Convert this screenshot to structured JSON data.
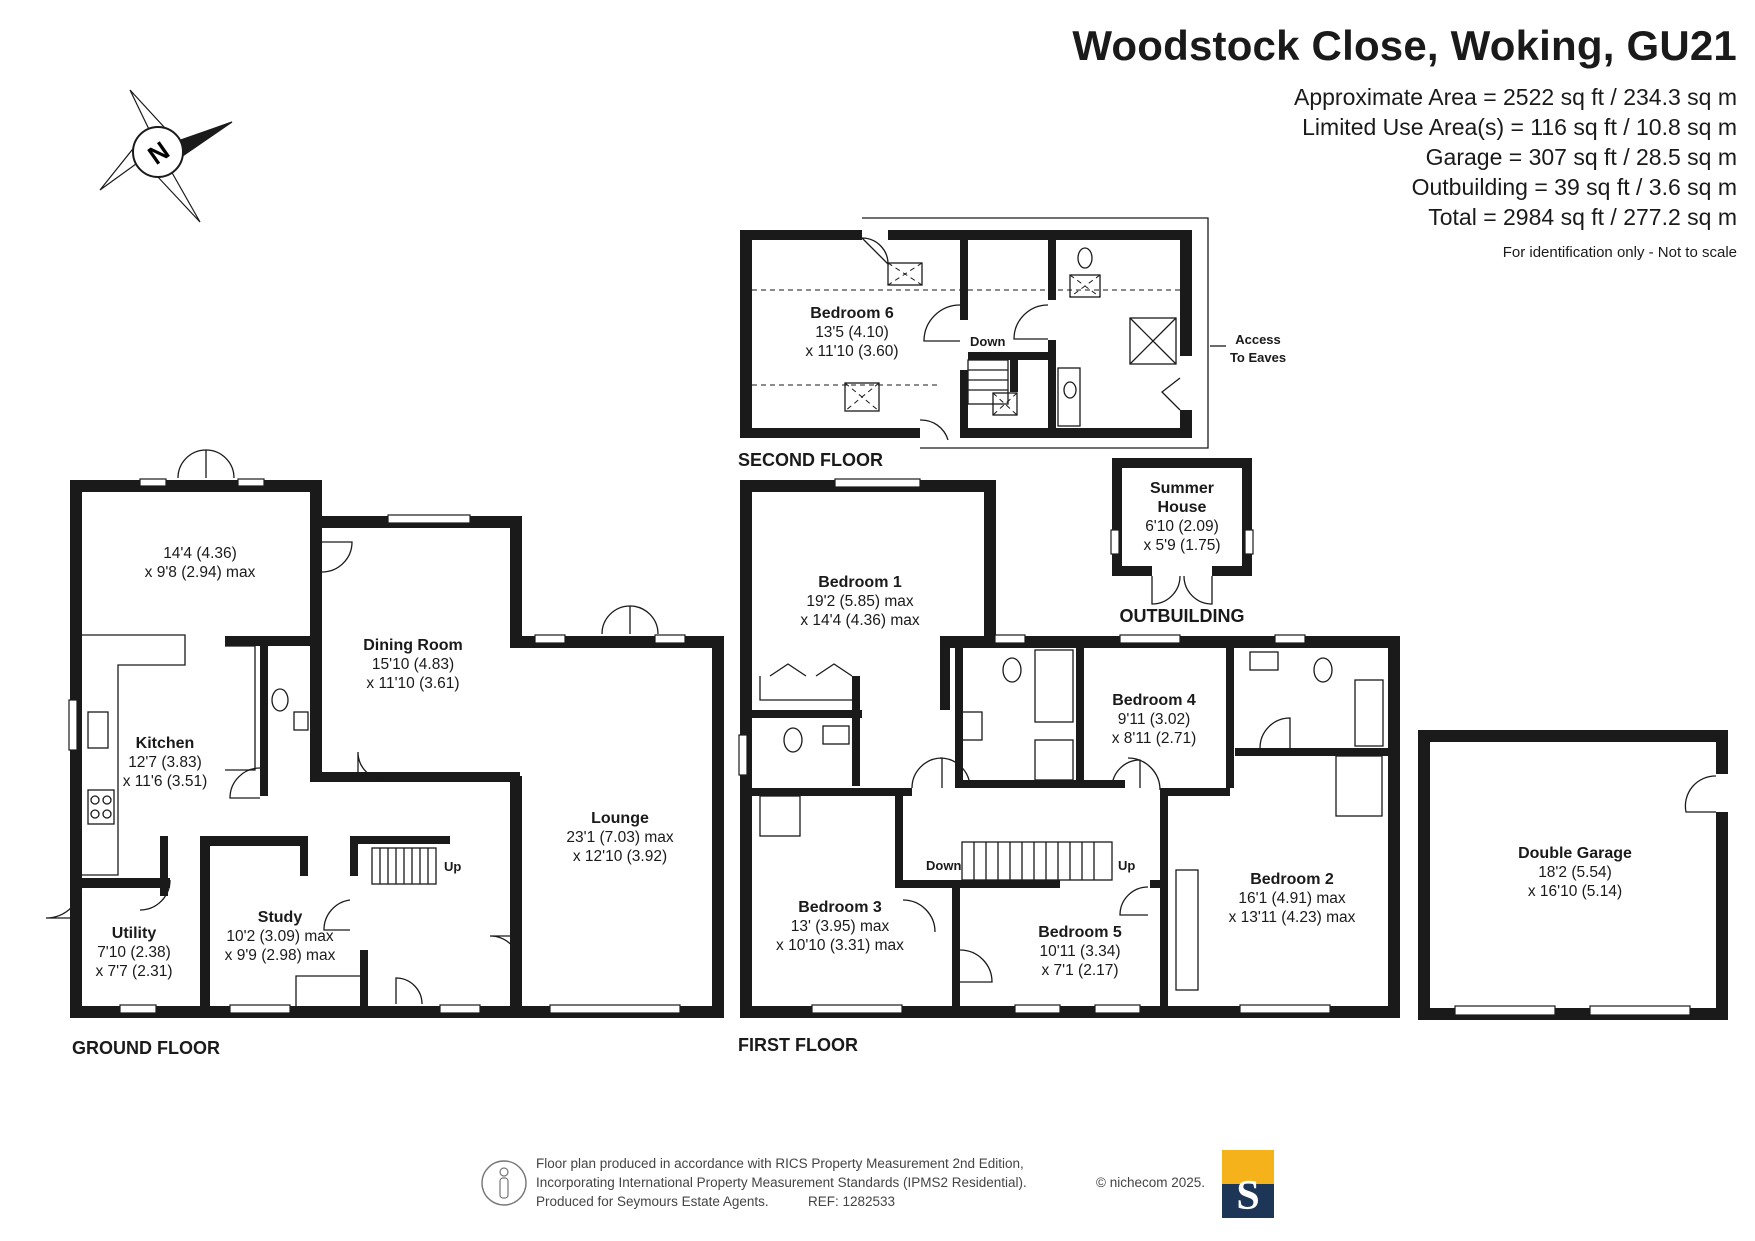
{
  "header": {
    "title": "Woodstock Close, Woking, GU21",
    "approx_area": "Approximate Area = 2522 sq ft / 234.3 sq m",
    "limited_use": "Limited Use Area(s) = 116 sq ft / 10.8 sq m",
    "garage": "Garage = 307 sq ft / 28.5 sq m",
    "outbuilding": "Outbuilding = 39 sq ft / 3.6 sq m",
    "total": "Total = 2984 sq ft / 277.2 sq m",
    "note": "For identification only - Not to scale"
  },
  "compass": {
    "label": "N"
  },
  "floors": {
    "ground": "GROUND FLOOR",
    "first": "FIRST FLOOR",
    "second": "SECOND FLOOR",
    "outbuilding": "OUTBUILDING"
  },
  "rooms": {
    "ground_unnamed": {
      "dim1": "14'4 (4.36)",
      "dim2": "x 9'8 (2.94) max"
    },
    "dining": {
      "name": "Dining Room",
      "dim1": "15'10 (4.83)",
      "dim2": "x 11'10 (3.61)"
    },
    "kitchen": {
      "name": "Kitchen",
      "dim1": "12'7 (3.83)",
      "dim2": "x 11'6 (3.51)"
    },
    "lounge": {
      "name": "Lounge",
      "dim1": "23'1 (7.03) max",
      "dim2": "x 12'10 (3.92)"
    },
    "study": {
      "name": "Study",
      "dim1": "10'2 (3.09) max",
      "dim2": "x 9'9 (2.98) max"
    },
    "utility": {
      "name": "Utility",
      "dim1": "7'10 (2.38)",
      "dim2": "x 7'7 (2.31)"
    },
    "bedroom1": {
      "name": "Bedroom 1",
      "dim1": "19'2 (5.85) max",
      "dim2": "x 14'4 (4.36) max"
    },
    "bedroom2": {
      "name": "Bedroom 2",
      "dim1": "16'1 (4.91) max",
      "dim2": "x 13'11 (4.23) max"
    },
    "bedroom3": {
      "name": "Bedroom 3",
      "dim1": "13' (3.95) max",
      "dim2": "x 10'10 (3.31) max"
    },
    "bedroom4": {
      "name": "Bedroom 4",
      "dim1": "9'11 (3.02)",
      "dim2": "x 8'11 (2.71)"
    },
    "bedroom5": {
      "name": "Bedroom 5",
      "dim1": "10'11 (3.34)",
      "dim2": "x 7'1 (2.17)"
    },
    "bedroom6": {
      "name": "Bedroom 6",
      "dim1": "13'5 (4.10)",
      "dim2": "x 11'10 (3.60)"
    },
    "summer": {
      "name1": "Summer",
      "name2": "House",
      "dim1": "6'10 (2.09)",
      "dim2": "x 5'9 (1.75)"
    },
    "garage": {
      "name": "Double Garage",
      "dim1": "18'2 (5.54)",
      "dim2": "x 16'10 (5.14)"
    }
  },
  "labels": {
    "up": "Up",
    "down": "Down",
    "access1": "Access",
    "access2": "To Eaves"
  },
  "footer": {
    "line1": "Floor plan produced in accordance with RICS Property Measurement 2nd Edition,",
    "line2": "Incorporating International Property Measurement Standards (IPMS2 Residential).",
    "copyright": "© nichecom 2025.",
    "line3": "Produced for Seymours Estate Agents.",
    "ref": "REF: 1282533",
    "logo_letter": "S",
    "logo_colors": {
      "top": "#f5b21a",
      "bottom": "#1d3557"
    }
  }
}
